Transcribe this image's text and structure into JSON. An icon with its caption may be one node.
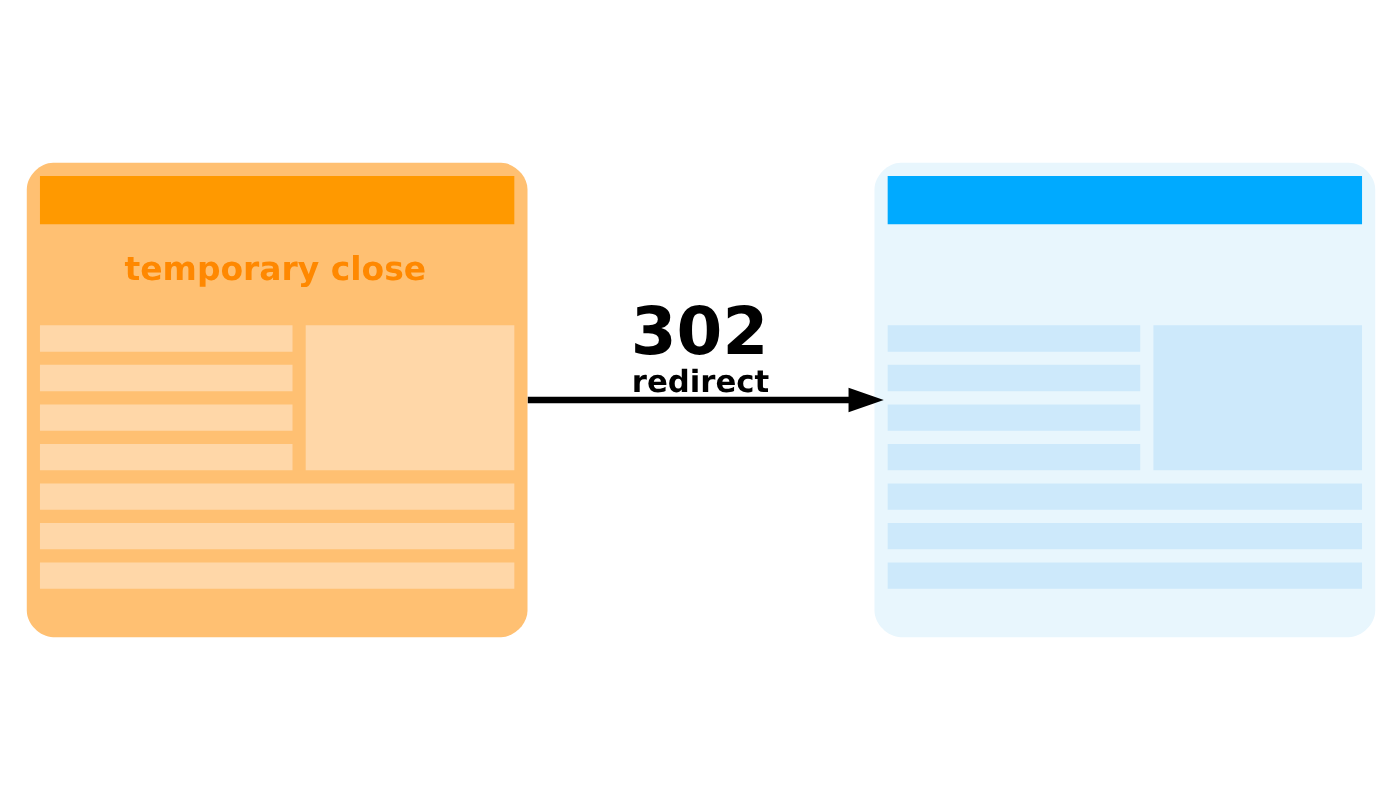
{
  "diagram": {
    "nodes": [
      {
        "text": [
          "temporary close"
        ]
      },
      {
        "text": [],
        "shape": "box"
      }
    ],
    "edges": [
      {
        "from": 0,
        "to": 1,
        "arrow": "to",
        "label": "302 redirect"
      }
    ]
  }
}
